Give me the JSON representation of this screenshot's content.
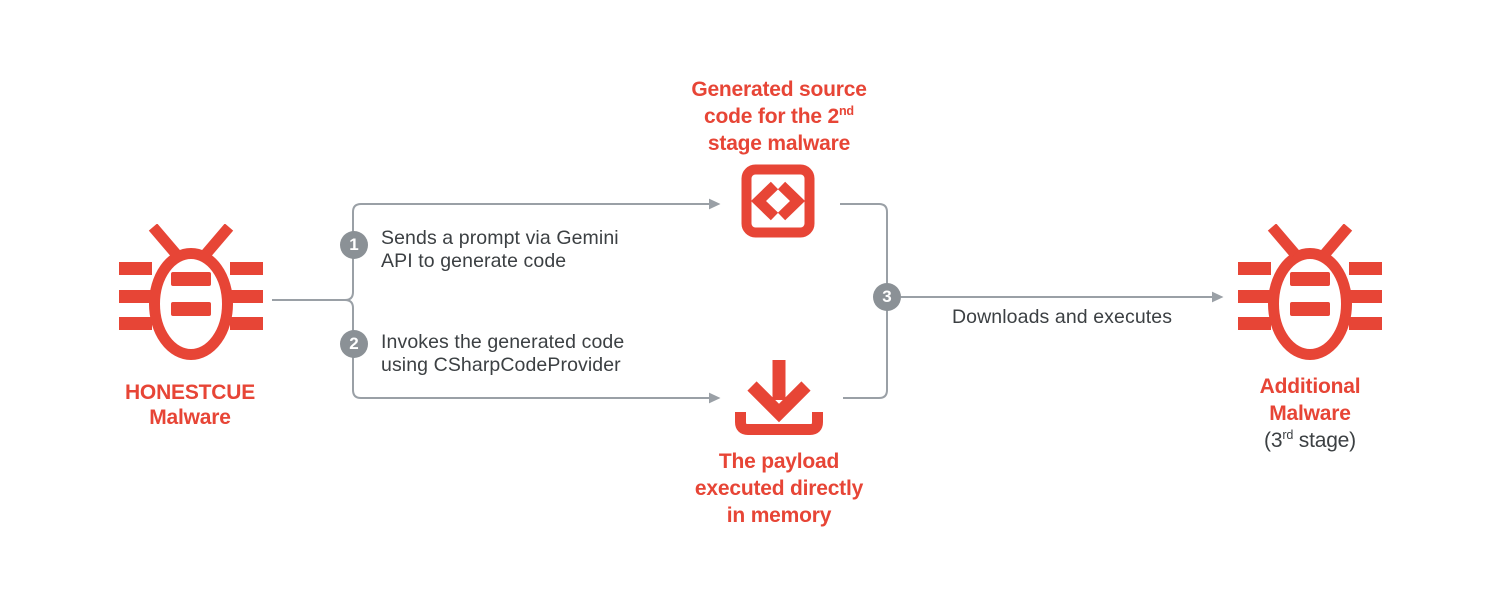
{
  "colors": {
    "red": "#E74536",
    "line_gray": "#9AA0A6",
    "circle_gray": "#8B9196",
    "text_dark": "#3C4043",
    "background": "#FFFFFF"
  },
  "left_node": {
    "icon": "bug-icon",
    "line1": "HONESTCUE",
    "line2": "Malware"
  },
  "generated_code_node": {
    "icon": "code-brackets-icon",
    "line1": "Generated source",
    "line2_pre": "code for the 2",
    "line2_sup": "nd",
    "line3": "stage malware"
  },
  "payload_node": {
    "icon": "download-icon",
    "line1": "The payload",
    "line2": "executed directly",
    "line3": "in memory"
  },
  "right_node": {
    "icon": "bug-icon",
    "line1": "Additional",
    "line2": "Malware",
    "line3_pre": "(3",
    "line3_sup": "rd",
    "line3_post": " stage)"
  },
  "steps": [
    {
      "number": "1",
      "line1": "Sends a prompt via Gemini",
      "line2": "API to generate code"
    },
    {
      "number": "2",
      "line1": "Invokes the generated code",
      "line2": "using CSharpCodeProvider"
    },
    {
      "number": "3",
      "label": "Downloads and executes"
    }
  ]
}
